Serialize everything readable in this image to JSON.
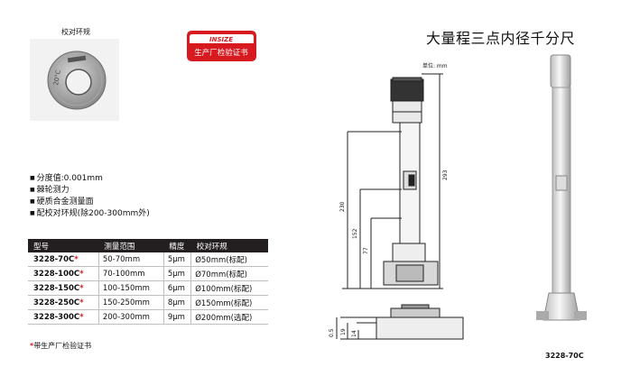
{
  "ring": {
    "label": "校对环规",
    "engraving": "20°C"
  },
  "badge": {
    "brand": "INSIZE",
    "text": "生产厂检验证书"
  },
  "title": "大量程三点内径千分尺",
  "drawing": {
    "unit": "单位: mm",
    "dimensions": [
      "293",
      "230",
      "152",
      "77",
      "0.5",
      "19",
      "14"
    ]
  },
  "features": [
    "分度值:0.001mm",
    "棘轮测力",
    "硬质合金测量面",
    "配校对环规(除200-300mm外)"
  ],
  "table": {
    "headers": [
      "型号",
      "测量范围",
      "精度",
      "校对环规"
    ],
    "rows": [
      {
        "model": "3228-70C",
        "range": "50-70mm",
        "accuracy": "5μm",
        "ring": "Ø50mm(标配)"
      },
      {
        "model": "3228-100C",
        "range": "70-100mm",
        "accuracy": "5μm",
        "ring": "Ø70mm(标配)"
      },
      {
        "model": "3228-150C",
        "range": "100-150mm",
        "accuracy": "6μm",
        "ring": "Ø100mm(标配)"
      },
      {
        "model": "3228-250C",
        "range": "150-250mm",
        "accuracy": "8μm",
        "ring": "Ø150mm(标配)"
      },
      {
        "model": "3228-300C",
        "range": "200-300mm",
        "accuracy": "9μm",
        "ring": "Ø200mm(选配)"
      }
    ],
    "star": "*"
  },
  "footnote": {
    "star": "*",
    "text": "带生产厂检验证书"
  },
  "caption": "3228-70C",
  "colors": {
    "accent": "#d71920",
    "header_bg": "#231f20"
  }
}
